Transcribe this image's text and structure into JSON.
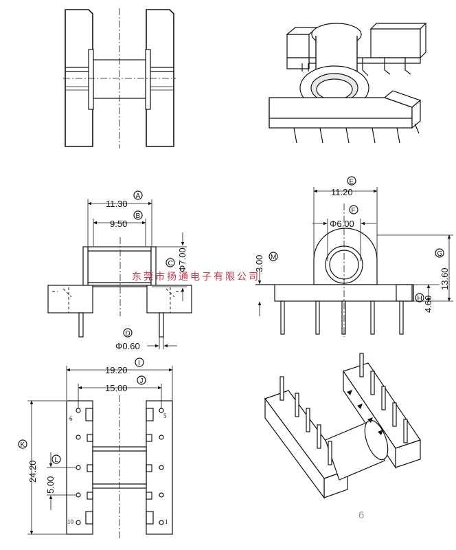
{
  "dimensions": {
    "A": "11.30",
    "B": "9.50",
    "C": "7.00",
    "D": "0.60",
    "E": "11.20",
    "F": "6.00",
    "G": "13.60",
    "H": "4.60",
    "I": "19.20",
    "J": "15.00",
    "K": "24.20",
    "L": "5.00",
    "M": "3.00"
  },
  "dimension_prefix": {
    "diameter": "Φ"
  },
  "labels": [
    "A",
    "B",
    "C",
    "D",
    "E",
    "F",
    "G",
    "H",
    "I",
    "J",
    "K",
    "L",
    "M"
  ],
  "pin_numbers": {
    "top_left": "6",
    "top_right": "5",
    "bottom_left": "10",
    "bottom_right": "1"
  },
  "watermark": "东莞市扬通电子有限公司",
  "page_number": "6"
}
